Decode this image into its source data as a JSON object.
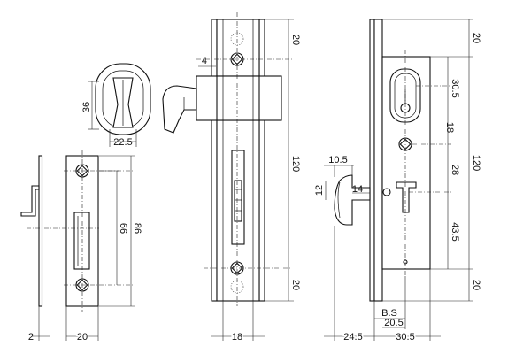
{
  "dimensions": {
    "escutcheon_height": "36",
    "escutcheon_width": "22.5",
    "strike_thickness": "2",
    "strike_width": "20",
    "strike_inner": "66",
    "strike_outer": "86",
    "body_offset": "4",
    "top_offset": "20",
    "screw_spacing": "120",
    "bottom_offset": "20",
    "face_width": "18",
    "cylinder_top": "20",
    "cylinder_span": "30.5",
    "cylinder_low": "18",
    "center_spacing": "120",
    "center_28": "28",
    "center_43_5": "43.5",
    "center_bottom": "20",
    "hook_width": "10.5",
    "hook_height": "12",
    "hook_depth": "14",
    "backset_label": "B.S",
    "backset_value": "20.5",
    "case_width": "30.5",
    "faceplate_offset": "24.5"
  }
}
